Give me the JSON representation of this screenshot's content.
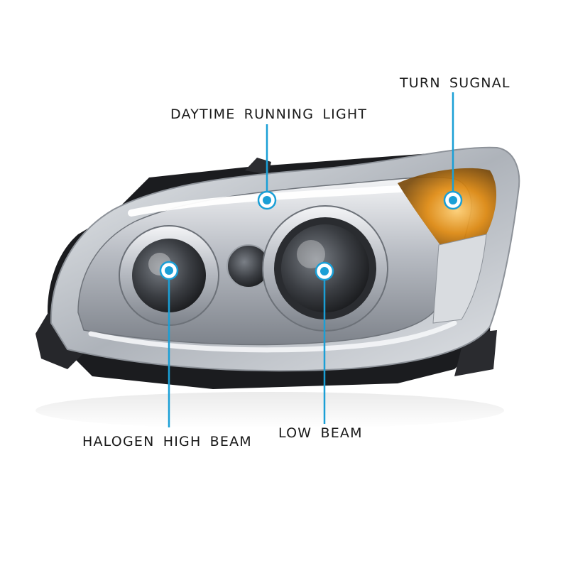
{
  "callouts": {
    "drl": {
      "label": "DAYTIME RUNNING LIGHT"
    },
    "turn": {
      "label": "TURN SUGNAL"
    },
    "high": {
      "label": "HALOGEN HIGH BEAM"
    },
    "low": {
      "label": "LOW BEAM"
    }
  },
  "colors": {
    "accent": "#1a9fd6",
    "amber": "#e08a10",
    "chrome": "#c9ccd1",
    "housing": "#1b1c1f"
  }
}
